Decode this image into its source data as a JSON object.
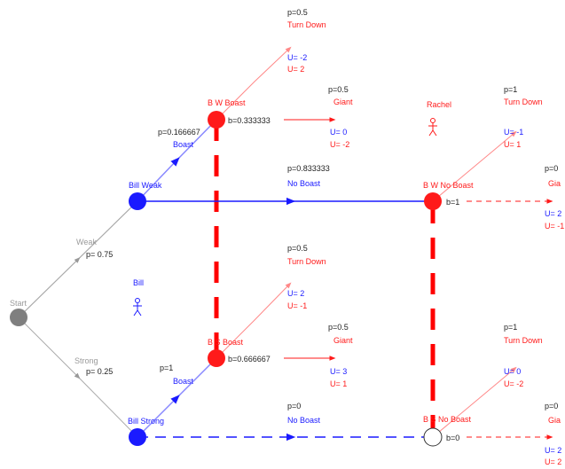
{
  "colors": {
    "nature": "#999999",
    "bill": "#1a1aff",
    "rachel": "#ff1a1a",
    "info_set": "#ff0000",
    "text_dark": "#222222"
  },
  "players": {
    "bill": "Bill",
    "rachel": "Rachel"
  },
  "nodes": {
    "start": "Start",
    "bill_weak": "Bill Weak",
    "bill_strong": "Bill Strong",
    "bw_boast": "B W Boast",
    "bw_noboast": "B W No Boast",
    "bs_boast": "B S Boast",
    "bs_noboast": "B S No Boast"
  },
  "nature_moves": {
    "weak": {
      "label": "Weak",
      "prob": "p= 0.75"
    },
    "strong": {
      "label": "Strong",
      "prob": "p= 0.25"
    }
  },
  "bill_moves": {
    "weak_boast": {
      "label": "Boast",
      "prob": "p=0.166667"
    },
    "weak_noboast": {
      "label": "No Boast",
      "prob": "p=0.833333"
    },
    "strong_boast": {
      "label": "Boast",
      "prob": "p=1"
    },
    "strong_noboast": {
      "label": "No Boast",
      "prob": "p=0"
    }
  },
  "beliefs": {
    "bw_boast": "b=0.333333",
    "bw_noboast": "b=1",
    "bs_boast": "b=0.666667",
    "bs_noboast": "b=0"
  },
  "rachel_moves": {
    "bw_boast_turn": {
      "label": "Turn Down",
      "prob": "p=0.5",
      "u_bill": "U= -2",
      "u_rachel": "U= 2"
    },
    "bw_boast_giant": {
      "label": "Giant",
      "prob": "p=0.5",
      "u_bill": "U= 0",
      "u_rachel": "U= -2"
    },
    "bw_noboast_turn": {
      "label": "Turn Down",
      "prob": "p=1",
      "u_bill": "U= -1",
      "u_rachel": "U= 1"
    },
    "bw_noboast_giant": {
      "label": "Gia",
      "prob": "p=0",
      "u_bill": "U= 2",
      "u_rachel": "U= -1"
    },
    "bs_boast_turn": {
      "label": "Turn Down",
      "prob": "p=0.5",
      "u_bill": "U= 2",
      "u_rachel": "U= -1"
    },
    "bs_boast_giant": {
      "label": "Giant",
      "prob": "p=0.5",
      "u_bill": "U= 3",
      "u_rachel": "U= 1"
    },
    "bs_noboast_turn": {
      "label": "Turn Down",
      "prob": "p=1",
      "u_bill": "U= 0",
      "u_rachel": "U= -2"
    },
    "bs_noboast_giant": {
      "label": "Gia",
      "prob": "p=0",
      "u_bill": "U= 2",
      "u_rachel": "U= 2"
    }
  }
}
